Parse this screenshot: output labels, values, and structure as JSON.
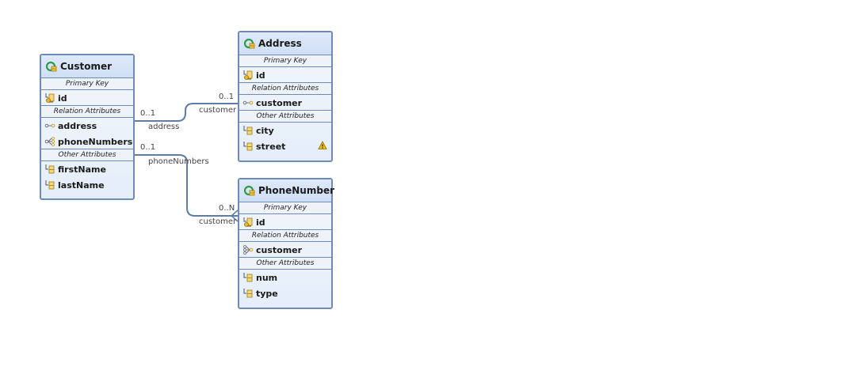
{
  "entities": {
    "customer": {
      "name": "Customer",
      "sections": {
        "primary_key": "Primary Key",
        "relation": "Relation Attributes",
        "other": "Other Attributes"
      },
      "primary_key": [
        "id"
      ],
      "relation_attributes": [
        "address",
        "phoneNumbers"
      ],
      "other_attributes": [
        "firstName",
        "lastName"
      ]
    },
    "address": {
      "name": "Address",
      "sections": {
        "primary_key": "Primary Key",
        "relation": "Relation Attributes",
        "other": "Other Attributes"
      },
      "primary_key": [
        "id"
      ],
      "relation_attributes": [
        "customer"
      ],
      "other_attributes": [
        "city",
        "street"
      ]
    },
    "phone_number": {
      "name": "PhoneNumber",
      "sections": {
        "primary_key": "Primary Key",
        "relation": "Relation Attributes",
        "other": "Other Attributes"
      },
      "primary_key": [
        "id"
      ],
      "relation_attributes": [
        "customer"
      ],
      "other_attributes": [
        "num",
        "type"
      ]
    }
  },
  "connections": {
    "customer_address": {
      "source_cardinality": "0..1",
      "source_role": "address",
      "target_cardinality": "0..1",
      "target_role": "customer"
    },
    "customer_phone": {
      "source_cardinality": "0..1",
      "source_role": "phoneNumbers",
      "target_cardinality": "0..N",
      "target_role": "customer"
    }
  },
  "colors": {
    "border": "#6d8bb4",
    "header": "#cfdff4",
    "connector": "#5d7da6",
    "key_icon": "#d4a20a",
    "warning": "#f0c010"
  },
  "icons": {
    "entity": "entity-icon",
    "primary_key": "primary-key-icon",
    "one_to_one": "one-to-one-relation-icon",
    "one_to_many": "one-to-many-relation-icon",
    "many_to_one": "many-to-one-relation-icon",
    "attribute": "attribute-icon",
    "warning": "warning-icon"
  }
}
